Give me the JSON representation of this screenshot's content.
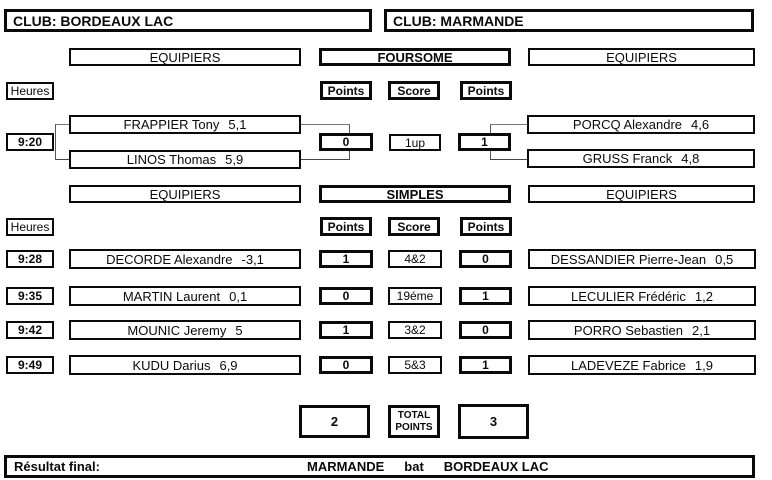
{
  "colors": {
    "border": "#0a0a0a",
    "background": "#ffffff",
    "bracket_line": "#555555"
  },
  "clubs": {
    "home": "CLUB: BORDEAUX LAC",
    "away": "CLUB: MARMANDE"
  },
  "labels": {
    "equipiers": "EQUIPIERS",
    "foursome": "FOURSOME",
    "simples": "SIMPLES",
    "heures": "Heures",
    "points": "Points",
    "score": "Score",
    "total_line1": "TOTAL",
    "total_line2": "POINTS",
    "result_label": "Résultat final:"
  },
  "foursome": {
    "time": "9:20",
    "home_players": [
      {
        "name": "FRAPPIER Tony",
        "hcp": "5,1"
      },
      {
        "name": "LINOS Thomas",
        "hcp": "5,9"
      }
    ],
    "points_home": "0",
    "score": "1up",
    "points_away": "1",
    "away_players": [
      {
        "name": "PORCQ Alexandre",
        "hcp": "4,6"
      },
      {
        "name": "GRUSS Franck",
        "hcp": "4,8"
      }
    ]
  },
  "singles": [
    {
      "time": "9:28",
      "home": {
        "name": "DECORDE Alexandre",
        "hcp": "-3,1"
      },
      "points_home": "1",
      "score": "4&2",
      "points_away": "0",
      "away": {
        "name": "DESSANDIER Pierre-Jean",
        "hcp": "0,5"
      }
    },
    {
      "time": "9:35",
      "home": {
        "name": "MARTIN Laurent",
        "hcp": "0,1"
      },
      "points_home": "0",
      "score": "19éme",
      "points_away": "1",
      "away": {
        "name": "LECULIER Frédéric",
        "hcp": "1,2"
      }
    },
    {
      "time": "9:42",
      "home": {
        "name": "MOUNIC Jeremy",
        "hcp": "5"
      },
      "points_home": "1",
      "score": "3&2",
      "points_away": "0",
      "away": {
        "name": "PORRO Sebastien",
        "hcp": "2,1"
      }
    },
    {
      "time": "9:49",
      "home": {
        "name": "KUDU Darius",
        "hcp": "6,9"
      },
      "points_home": "0",
      "score": "5&3",
      "points_away": "1",
      "away": {
        "name": "LADEVEZE Fabrice",
        "hcp": "1,9"
      }
    }
  ],
  "totals": {
    "home": "2",
    "away": "3"
  },
  "result": {
    "winner": "MARMANDE",
    "verb": "bat",
    "loser": "BORDEAUX LAC"
  }
}
